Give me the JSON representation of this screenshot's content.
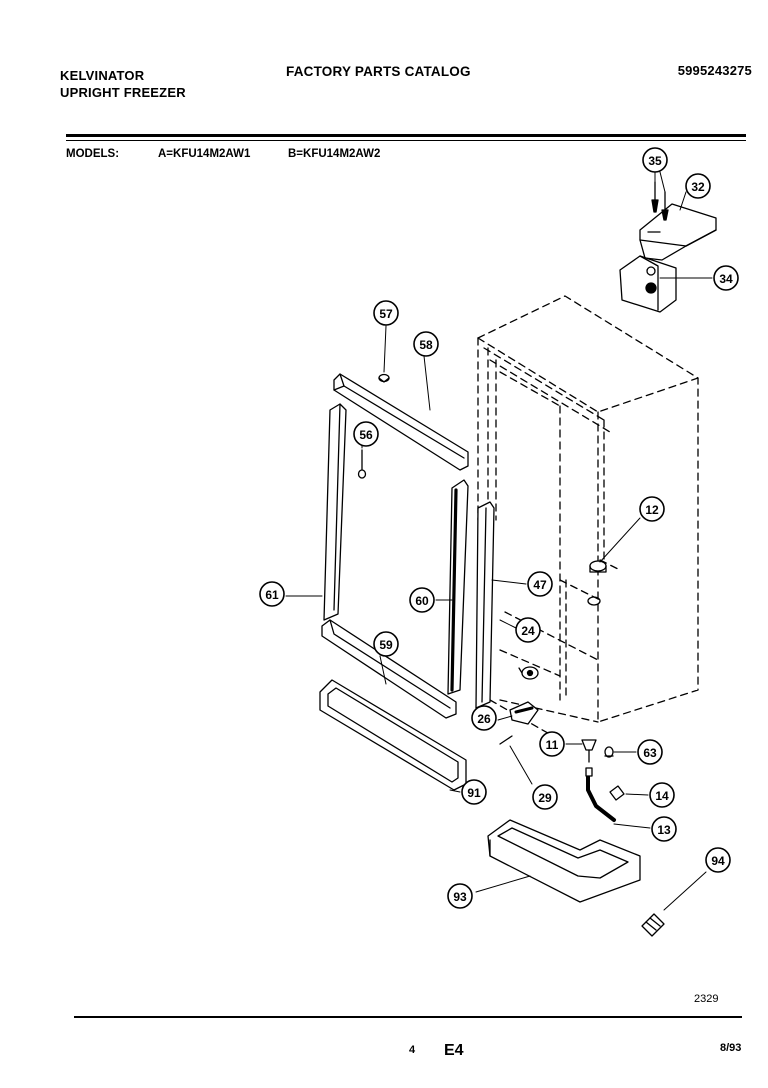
{
  "header": {
    "brand": "KELVINATOR",
    "product": "UPRIGHT FREEZER",
    "catalog_title": "FACTORY PARTS CATALOG",
    "catalog_number": "5995243275"
  },
  "models": {
    "label": "MODELS:",
    "model_a": "A=KFU14M2AW1",
    "model_b": "B=KFU14M2AW2"
  },
  "callouts": [
    {
      "id": "callout-35",
      "label": "35"
    },
    {
      "id": "callout-32",
      "label": "32"
    },
    {
      "id": "callout-34",
      "label": "34"
    },
    {
      "id": "callout-57",
      "label": "57"
    },
    {
      "id": "callout-58",
      "label": "58"
    },
    {
      "id": "callout-56",
      "label": "56"
    },
    {
      "id": "callout-12",
      "label": "12"
    },
    {
      "id": "callout-61",
      "label": "61"
    },
    {
      "id": "callout-60",
      "label": "60"
    },
    {
      "id": "callout-47",
      "label": "47"
    },
    {
      "id": "callout-24",
      "label": "24"
    },
    {
      "id": "callout-59",
      "label": "59"
    },
    {
      "id": "callout-26",
      "label": "26"
    },
    {
      "id": "callout-11",
      "label": "11"
    },
    {
      "id": "callout-63",
      "label": "63"
    },
    {
      "id": "callout-14",
      "label": "14"
    },
    {
      "id": "callout-91",
      "label": "91"
    },
    {
      "id": "callout-29",
      "label": "29"
    },
    {
      "id": "callout-13",
      "label": "13"
    },
    {
      "id": "callout-94",
      "label": "94"
    },
    {
      "id": "callout-93",
      "label": "93"
    }
  ],
  "footer": {
    "illustration_ref": "2329",
    "page_number": "4",
    "section": "E4",
    "date": "8/93"
  }
}
